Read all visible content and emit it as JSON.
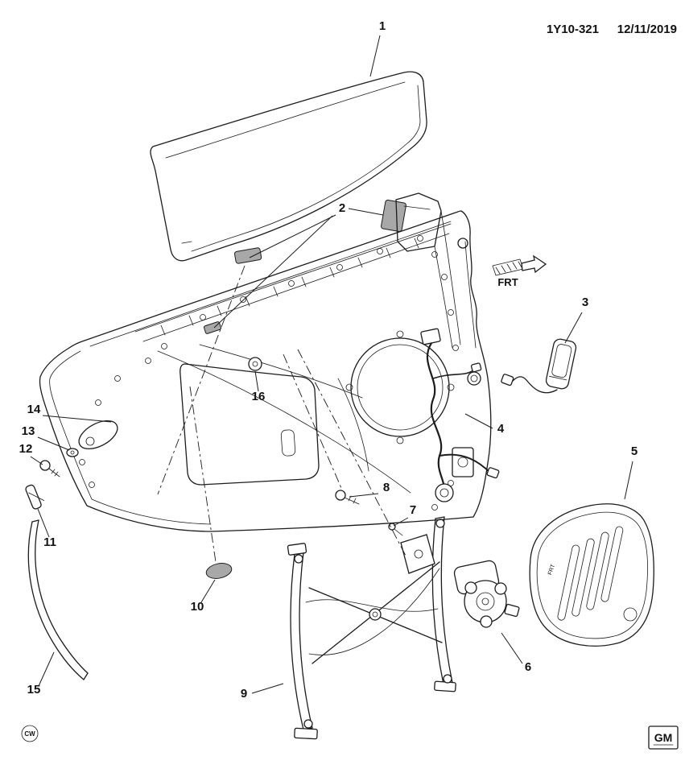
{
  "header": {
    "doc_code": "1Y10-321",
    "doc_date": "12/11/2019"
  },
  "direction_indicator": {
    "label": "FRT"
  },
  "callouts": [
    "1",
    "2",
    "3",
    "4",
    "5",
    "6",
    "7",
    "8",
    "9",
    "10",
    "11",
    "12",
    "13",
    "14",
    "15",
    "16"
  ],
  "marks": {
    "author_initials": "CW",
    "brand": "GM",
    "deflector_emboss": "FRT"
  }
}
